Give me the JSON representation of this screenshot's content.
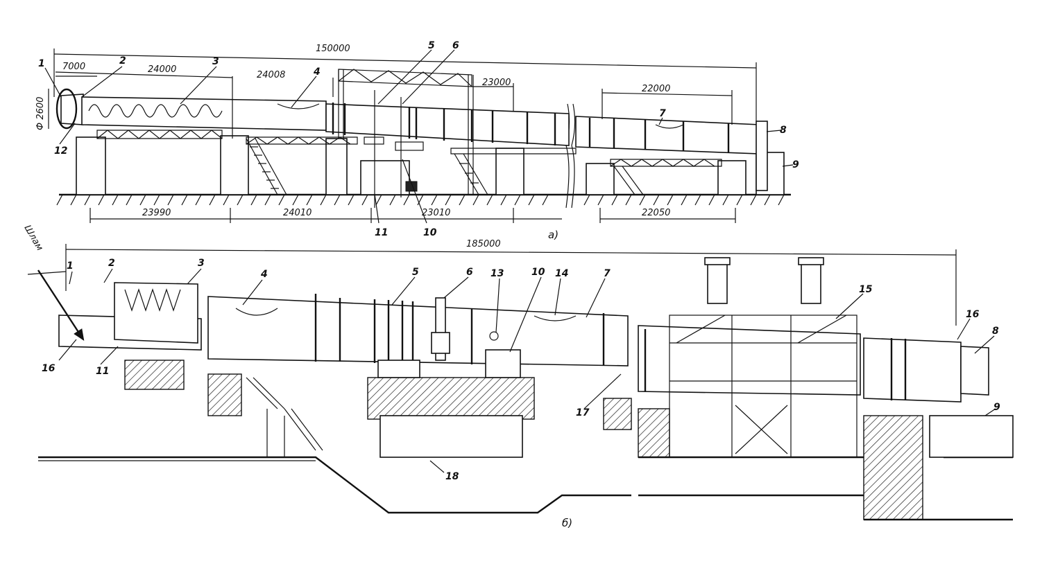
{
  "top": {
    "caption": "а)",
    "overall_dim": "150000",
    "dims_upper": [
      "7000",
      "24000",
      "24008",
      "23000",
      "22000"
    ],
    "dims_lower": [
      "23990",
      "24010",
      "23010",
      "22050"
    ],
    "diameter": "Ф 2600",
    "labels": [
      "1",
      "2",
      "3",
      "4",
      "5",
      "6",
      "7",
      "8",
      "9",
      "10",
      "11",
      "12"
    ]
  },
  "bottom": {
    "caption": "б)",
    "overall_dim": "185000",
    "feed_label": "Шлам",
    "labels": [
      "1",
      "2",
      "3",
      "4",
      "5",
      "6",
      "13",
      "10",
      "14",
      "7",
      "15",
      "16",
      "8",
      "16",
      "11",
      "17",
      "9",
      "18"
    ]
  },
  "colors": {
    "ink": "#111111",
    "paper": "#ffffff"
  }
}
